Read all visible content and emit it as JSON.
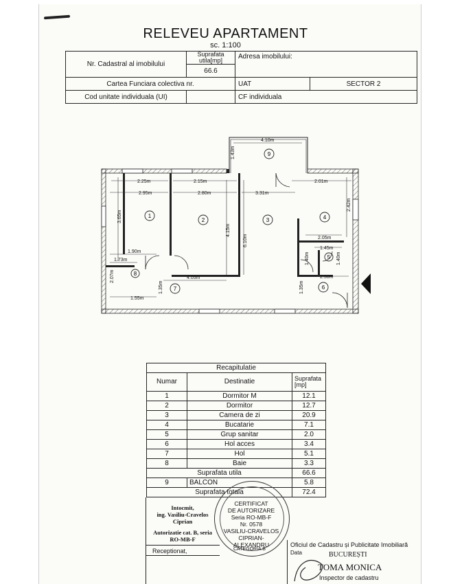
{
  "title": "RELEVEU APARTAMENT",
  "scale": "sc. 1:100",
  "header": {
    "nr_cadastral_label": "Nr. Cadastral al imobilului",
    "suprafata_label": "Suprafata utila[mp]",
    "suprafata_value": "66.6",
    "adresa_label": "Adresa imobilului:",
    "carte_funciara_label": "Cartea Funciara colectiva nr.",
    "uat_label": "UAT",
    "uat_value": "SECTOR 2",
    "cod_label": "Cod unitate individuala (UI)",
    "cf_label": "CF individuala"
  },
  "plan": {
    "rooms": [
      "1",
      "2",
      "3",
      "4",
      "5",
      "6",
      "7",
      "8",
      "9"
    ],
    "dims": {
      "balcon_top": "4.10m",
      "balcon_side": "1.43m",
      "d225": "2.25m",
      "d215": "2.15m",
      "d201": "2.01m",
      "d295": "2.95m",
      "d280": "2.80m",
      "d331": "3.31m",
      "d242": "2.42m",
      "d365": "3.65m",
      "d415": "4.15m",
      "d610": "6.10m",
      "d205": "2.05m",
      "d145": "1.45m",
      "d140a": "1.40m",
      "d140b": "1.40m",
      "d190": "1.90m",
      "d173": "1.73m",
      "d207": "2.07m",
      "d405": "4.05m",
      "d135a": "1.35m",
      "d155": "1.55m",
      "d135b": "1.35m",
      "d250": "2.50m"
    }
  },
  "recap": {
    "title": "Recapitulatie",
    "col_numar": "Numar",
    "col_destinatie": "Destinatie",
    "col_suprafata": "Suprafata [mp]",
    "rows": [
      {
        "nr": "1",
        "dest": "Dormitor M",
        "sup": "12.1"
      },
      {
        "nr": "2",
        "dest": "Dormitor",
        "sup": "12.7"
      },
      {
        "nr": "3",
        "dest": "Camera de zi",
        "sup": "20.9"
      },
      {
        "nr": "4",
        "dest": "Bucatarie",
        "sup": "7.1"
      },
      {
        "nr": "5",
        "dest": "Grup sanitar",
        "sup": "2.0"
      },
      {
        "nr": "6",
        "dest": "Hol acces",
        "sup": "3.4"
      },
      {
        "nr": "7",
        "dest": "Hol",
        "sup": "5.1"
      },
      {
        "nr": "8",
        "dest": "Baie",
        "sup": "3.3"
      }
    ],
    "utila_label": "Suprafata utila",
    "utila_value": "66.6",
    "balcon_nr": "9",
    "balcon_label": "BALCON",
    "balcon_value": "5.8",
    "totala_label": "Suprafata totala",
    "totala_value": "72.4"
  },
  "signature": {
    "intocmit": "Intocmit,",
    "name_line1": "ing. Vasiliu-Cravelos",
    "name_line2": "Ciprian",
    "autorizatie_line1": "Autorizatie cat. B, seria",
    "autorizatie_line2": "RO-MB-F",
    "receptionat": "Receptionat,"
  },
  "stamp": {
    "l1": "CERTIFICAT",
    "l2": "DE AUTORIZARE",
    "l3": "Seria RO-MB-F",
    "l4": "Nr. 0578",
    "l5": "VASILIU-CRAVELOS",
    "l6": "CIPRIAN-ALEXANDRU",
    "l7": "CATEGORIA B"
  },
  "ocpi": {
    "l1": "Oficiul de Cadastru și Publicitate Imobiliară",
    "l2": "Data",
    "l3": "BUCUREȘTI",
    "l4": "TOMA MONICA",
    "l5": "Inspector de cadastru"
  }
}
